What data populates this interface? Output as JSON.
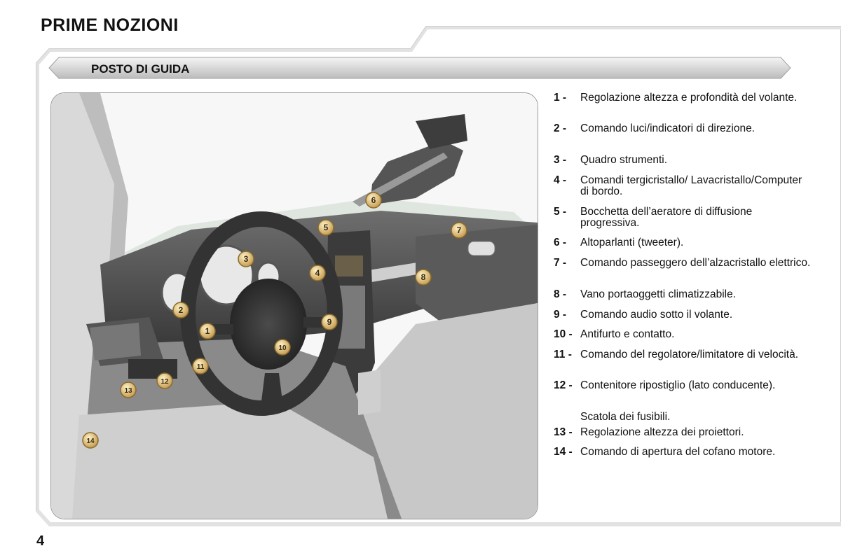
{
  "header": {
    "chapter_title": "PRIME NOZIONI",
    "section_title": "POSTO DI GUIDA"
  },
  "callouts": [
    "1",
    "2",
    "3",
    "4",
    "5",
    "6",
    "7",
    "8",
    "9",
    "10",
    "11",
    "12",
    "13",
    "14"
  ],
  "legend": [
    {
      "num": "1 -",
      "text": "Regolazione altezza e profondità del volante."
    },
    {
      "num": "2 -",
      "text": "Comando luci/indicatori di direzione."
    },
    {
      "num": "3 -",
      "text": "Quadro strumenti."
    },
    {
      "num": "4 -",
      "text": "Comandi tergicristallo/ Lavacristallo/Computer di bordo."
    },
    {
      "num": "5 -",
      "text": "Bocchetta dell’aeratore di diffusione progressiva."
    },
    {
      "num": "6 -",
      "text": "Altoparlanti (tweeter)."
    },
    {
      "num": "7 -",
      "text": "Comando passeggero dell’alzacristallo elettrico."
    },
    {
      "num": "8 -",
      "text": "Vano portaoggetti climatizzabile."
    },
    {
      "num": "9 -",
      "text": "Comando audio sotto il volante."
    },
    {
      "num": "10 -",
      "text": "Antifurto e contatto."
    },
    {
      "num": "11 -",
      "text": "Comando del regolatore/limitatore di velocità."
    },
    {
      "num": "12 -",
      "text": "Contenitore ripostiglio (lato conducente)."
    },
    {
      "num": "",
      "text": "Scatola dei fusibili."
    },
    {
      "num": "13 -",
      "text": "Regolazione altezza dei proiettori."
    },
    {
      "num": "14 -",
      "text": "Comando di apertura del cofano motore."
    }
  ],
  "footer": {
    "page_number": "4"
  }
}
